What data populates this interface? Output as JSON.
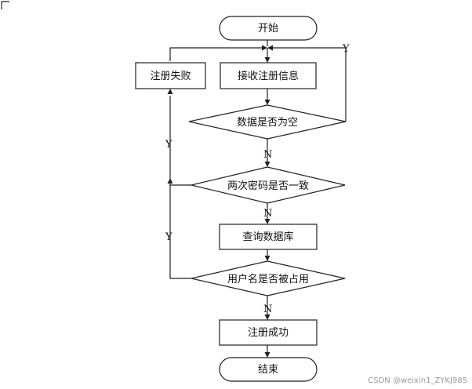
{
  "nodes": {
    "start": "开始",
    "fail": "注册失败",
    "receive": "接收注册信息",
    "check_empty": "数据是否为空",
    "check_pwd": "两次密码是否一致",
    "query_db": "查询数据库",
    "check_user": "用户名是否被占用",
    "success": "注册成功",
    "end": "结束"
  },
  "labels": {
    "yes": "Y",
    "no": "N"
  },
  "watermark": "CSDN @weixin1_ZYKJ985"
}
